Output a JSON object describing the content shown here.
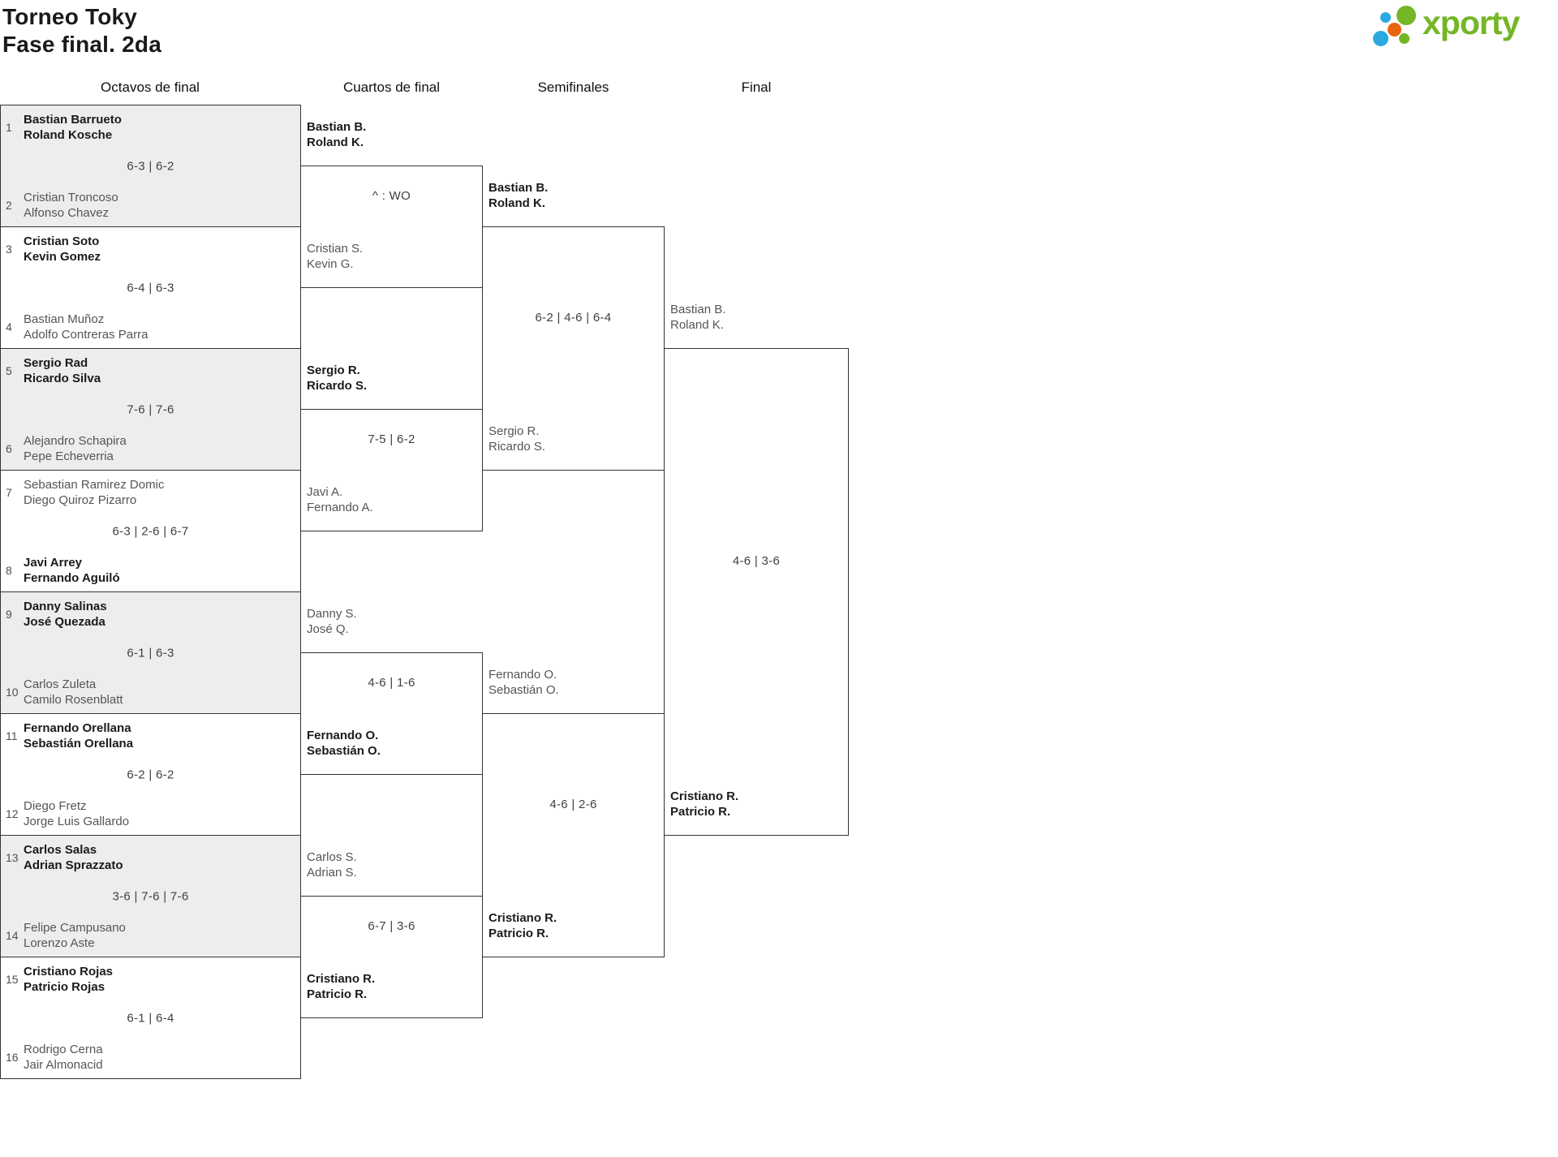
{
  "page": {
    "title": "Torneo Toky",
    "subtitle": "Fase final. 2da"
  },
  "logo": {
    "name": "xporty"
  },
  "round_headers": [
    "Octavos de final",
    "Cuartos de final",
    "Semifinales",
    "Final"
  ],
  "colors": {
    "brand_green": "#74b625",
    "dot_blue": "#2aa9e0",
    "dot_orange": "#e8650d",
    "shaded_row": "#ededed",
    "line": "#333333"
  },
  "bracket": {
    "round16": [
      {
        "seed_top": "1",
        "top": [
          "Bastian Barrueto",
          "Roland Kosche"
        ],
        "top_winner": true,
        "score": "6-3 | 6-2",
        "seed_bottom": "2",
        "bottom": [
          "Cristian Troncoso",
          "Alfonso Chavez"
        ],
        "bottom_winner": false
      },
      {
        "seed_top": "3",
        "top": [
          "Cristian Soto",
          "Kevin Gomez"
        ],
        "top_winner": true,
        "score": "6-4 | 6-3",
        "seed_bottom": "4",
        "bottom": [
          "Bastian Muñoz",
          "Adolfo Contreras Parra"
        ],
        "bottom_winner": false
      },
      {
        "seed_top": "5",
        "top": [
          "Sergio Rad",
          "Ricardo Silva"
        ],
        "top_winner": true,
        "score": "7-6 | 7-6",
        "seed_bottom": "6",
        "bottom": [
          "Alejandro Schapira",
          "Pepe Echeverria"
        ],
        "bottom_winner": false
      },
      {
        "seed_top": "7",
        "top": [
          "Sebastian Ramirez Domic",
          "Diego Quiroz Pizarro"
        ],
        "top_winner": false,
        "score": "6-3 | 2-6 | 6-7",
        "seed_bottom": "8",
        "bottom": [
          "Javi Arrey",
          "Fernando Aguiló"
        ],
        "bottom_winner": true
      },
      {
        "seed_top": "9",
        "top": [
          "Danny Salinas",
          "José Quezada"
        ],
        "top_winner": true,
        "score": "6-1 | 6-3",
        "seed_bottom": "10",
        "bottom": [
          "Carlos Zuleta",
          "Camilo Rosenblatt"
        ],
        "bottom_winner": false
      },
      {
        "seed_top": "11",
        "top": [
          "Fernando Orellana",
          "Sebastián Orellana"
        ],
        "top_winner": true,
        "score": "6-2 | 6-2",
        "seed_bottom": "12",
        "bottom": [
          "Diego Fretz",
          "Jorge Luis Gallardo"
        ],
        "bottom_winner": false
      },
      {
        "seed_top": "13",
        "top": [
          "Carlos Salas",
          "Adrian Sprazzato"
        ],
        "top_winner": true,
        "score": "3-6 | 7-6 | 7-6",
        "seed_bottom": "14",
        "bottom": [
          "Felipe Campusano",
          "Lorenzo Aste"
        ],
        "bottom_winner": false
      },
      {
        "seed_top": "15",
        "top": [
          "Cristiano Rojas",
          "Patricio Rojas"
        ],
        "top_winner": true,
        "score": "6-1 | 6-4",
        "seed_bottom": "16",
        "bottom": [
          "Rodrigo Cerna",
          "Jair Almonacid"
        ],
        "bottom_winner": false
      }
    ],
    "quarterfinals": [
      {
        "top": [
          "Bastian B.",
          "Roland K."
        ],
        "top_winner": true,
        "score": "^ : WO",
        "bottom": [
          "Cristian S.",
          "Kevin G."
        ],
        "bottom_winner": false
      },
      {
        "top": [
          "Sergio R.",
          "Ricardo S."
        ],
        "top_winner": true,
        "score": "7-5 | 6-2",
        "bottom": [
          "Javi A.",
          "Fernando A."
        ],
        "bottom_winner": false
      },
      {
        "top": [
          "Danny S.",
          "José Q."
        ],
        "top_winner": false,
        "score": "4-6 | 1-6",
        "bottom": [
          "Fernando O.",
          "Sebastián O."
        ],
        "bottom_winner": true
      },
      {
        "top": [
          "Carlos S.",
          "Adrian S."
        ],
        "top_winner": false,
        "score": "6-7 | 3-6",
        "bottom": [
          "Cristiano R.",
          "Patricio R."
        ],
        "bottom_winner": true
      }
    ],
    "semifinals": [
      {
        "top": [
          "Bastian B.",
          "Roland K."
        ],
        "top_winner": true,
        "score": "6-2 | 4-6 | 6-4",
        "bottom": [
          "Sergio R.",
          "Ricardo S."
        ],
        "bottom_winner": false
      },
      {
        "top": [
          "Fernando O.",
          "Sebastián O."
        ],
        "top_winner": false,
        "score": "4-6 | 2-6",
        "bottom": [
          "Cristiano R.",
          "Patricio R."
        ],
        "bottom_winner": true
      }
    ],
    "final": {
      "top": [
        "Bastian B.",
        "Roland K."
      ],
      "top_winner": false,
      "score": "4-6 | 3-6",
      "bottom": [
        "Cristiano R.",
        "Patricio R."
      ],
      "bottom_winner": true
    }
  }
}
